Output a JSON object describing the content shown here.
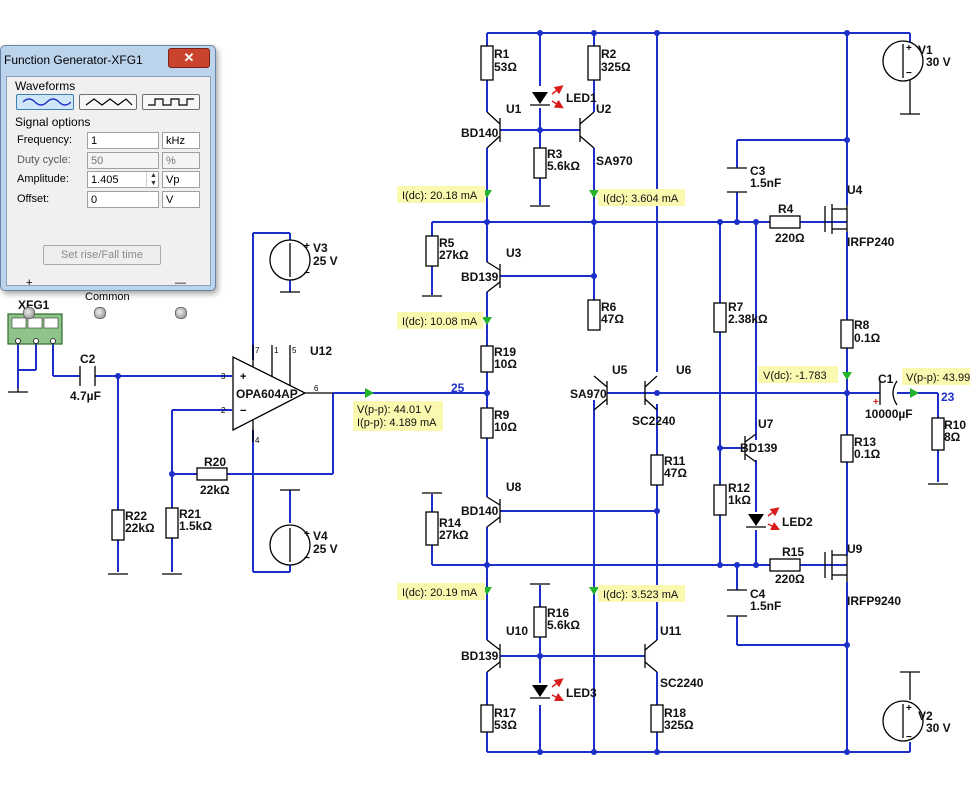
{
  "window": {
    "title": "Function Generator-XFG1",
    "close_glyph": "✕",
    "waveforms_group": "Waveforms",
    "waveforms": [
      {
        "name": "sine",
        "selected": true
      },
      {
        "name": "triangle",
        "selected": false
      },
      {
        "name": "square",
        "selected": false
      }
    ],
    "signal_group": "Signal options",
    "fields": {
      "frequency": {
        "label": "Frequency:",
        "value": "1",
        "unit": "kHz"
      },
      "duty": {
        "label": "Duty cycle:",
        "value": "50",
        "unit": "%"
      },
      "amplitude": {
        "label": "Amplitude:",
        "value": "1.405",
        "unit": "Vp"
      },
      "offset": {
        "label": "Offset:",
        "value": "0",
        "unit": "V"
      }
    },
    "rise_button": "Set rise/Fall time",
    "terminals": {
      "plus": "+",
      "common": "Common",
      "minus": "—"
    }
  },
  "schematic": {
    "xfg": {
      "name": "XFG1"
    },
    "opamp": {
      "ref": "U12",
      "part": "OPA604AP",
      "pins": [
        "3",
        "2",
        "7",
        "1",
        "5",
        "6",
        "4"
      ]
    },
    "sources": [
      {
        "ref": "V1",
        "value": "30 V"
      },
      {
        "ref": "V2",
        "value": "30 V"
      },
      {
        "ref": "V3",
        "value": "25 V"
      },
      {
        "ref": "V4",
        "value": "25 V"
      }
    ],
    "resistors": [
      {
        "ref": "R1",
        "value": "53Ω"
      },
      {
        "ref": "R2",
        "value": "325Ω"
      },
      {
        "ref": "R3",
        "value": "5.6kΩ"
      },
      {
        "ref": "R4",
        "value": "220Ω"
      },
      {
        "ref": "R5",
        "value": "27kΩ"
      },
      {
        "ref": "R6",
        "value": "47Ω"
      },
      {
        "ref": "R7",
        "value": "2.38kΩ"
      },
      {
        "ref": "R8",
        "value": "0.1Ω"
      },
      {
        "ref": "R9",
        "value": "10Ω"
      },
      {
        "ref": "R10",
        "value": "8Ω"
      },
      {
        "ref": "R11",
        "value": "47Ω"
      },
      {
        "ref": "R12",
        "value": "1kΩ"
      },
      {
        "ref": "R13",
        "value": "0.1Ω"
      },
      {
        "ref": "R14",
        "value": "27kΩ"
      },
      {
        "ref": "R15",
        "value": "220Ω"
      },
      {
        "ref": "R16",
        "value": "5.6kΩ"
      },
      {
        "ref": "R17",
        "value": "53Ω"
      },
      {
        "ref": "R18",
        "value": "325Ω"
      },
      {
        "ref": "R19",
        "value": "10Ω"
      },
      {
        "ref": "R20",
        "value": "22kΩ"
      },
      {
        "ref": "R21",
        "value": "1.5kΩ"
      },
      {
        "ref": "R22",
        "value": "22kΩ"
      }
    ],
    "capacitors": [
      {
        "ref": "C1",
        "value": "10000µF"
      },
      {
        "ref": "C2",
        "value": "4.7µF"
      },
      {
        "ref": "C3",
        "value": "1.5nF"
      },
      {
        "ref": "C4",
        "value": "1.5nF"
      }
    ],
    "transistors": [
      {
        "ref": "U1",
        "part": "BD140"
      },
      {
        "ref": "U2",
        "part": "SA970"
      },
      {
        "ref": "U3",
        "part": "BD139"
      },
      {
        "ref": "U4",
        "part": "IRFP240"
      },
      {
        "ref": "U5",
        "part": "SA970"
      },
      {
        "ref": "U6",
        "part": "SC2240"
      },
      {
        "ref": "U7",
        "part": "BD139"
      },
      {
        "ref": "U8",
        "part": "BD140"
      },
      {
        "ref": "U9",
        "part": "IRFP9240"
      },
      {
        "ref": "U10",
        "part": "BD139"
      },
      {
        "ref": "U11",
        "part": "SC2240"
      }
    ],
    "leds": [
      "LED1",
      "LED2",
      "LED3"
    ],
    "nets": [
      "25",
      "23"
    ],
    "probes": {
      "p1": "I(dc): 20.18 mA",
      "p2": "I(dc): 3.604 mA",
      "p3": "I(dc): 10.08 mA",
      "p4a": "V(p-p): 44.01 V",
      "p4b": "I(p-p): 4.189 mA",
      "p5": "V(dc): -1.783",
      "p6": "V(p-p): 43.99",
      "p7": "I(dc): 20.19 mA",
      "p8": "I(dc): 3.523 mA"
    }
  }
}
